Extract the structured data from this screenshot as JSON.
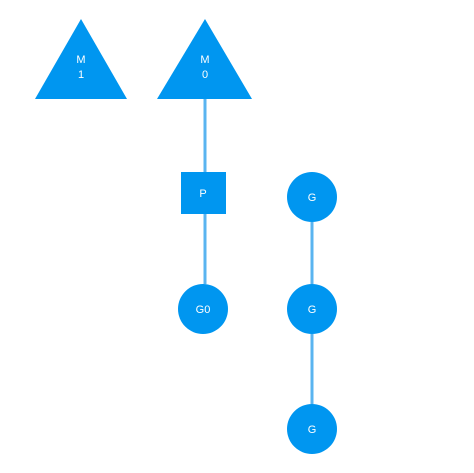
{
  "colors": {
    "node_fill": "#0096f0",
    "connector": "#5ab4f0",
    "label": "#ffffff"
  },
  "machines": [
    {
      "line1": "M",
      "line2": "1"
    },
    {
      "line1": "M",
      "line2": "0"
    }
  ],
  "processor": {
    "label": "P"
  },
  "running_goroutine": {
    "label": "G0"
  },
  "queue_goroutines": [
    {
      "label": "G"
    },
    {
      "label": "G"
    },
    {
      "label": "G"
    }
  ]
}
